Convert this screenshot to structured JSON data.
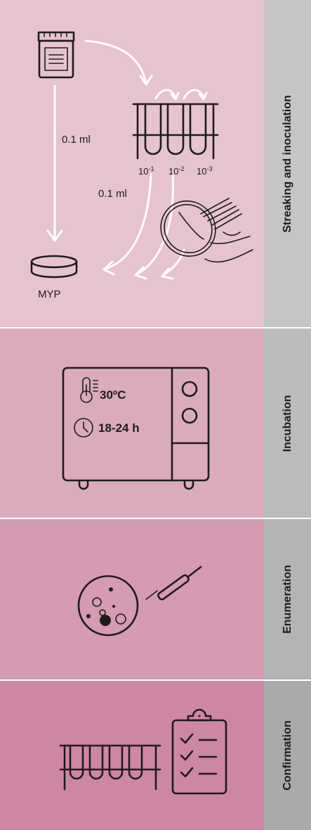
{
  "colors": {
    "panel1": "#e6c3d0",
    "panel2": "#dcaabd",
    "panel3": "#d49bb2",
    "panel4": "#cd87a5",
    "side1": "#c3c6c5",
    "side2": "#babdbc",
    "side3": "#b2b5b4",
    "side4": "#a8abaa",
    "divider": "#ffffff"
  },
  "steps": [
    {
      "label": "Streaking and inoculation",
      "volume_left": "0.1 ml",
      "volume_center": "0.1 ml",
      "dilutions": [
        "10",
        "10",
        "10"
      ],
      "dilution_exponents": [
        "-1",
        "-2",
        "-3"
      ],
      "plate_label": "MYP",
      "icons": [
        "sample-jar-icon",
        "dilution-tubes-icon",
        "petri-dish-icon",
        "streaking-hand-icon"
      ]
    },
    {
      "label": "Incubation",
      "temperature": "30ºC",
      "duration": "18-24 h",
      "icons": [
        "incubator-icon",
        "thermometer-icon",
        "clock-icon"
      ]
    },
    {
      "label": "Enumeration",
      "icons": [
        "colony-plate-icon",
        "pen-icon"
      ]
    },
    {
      "label": "Confirmation",
      "icons": [
        "test-tube-rack-icon",
        "checklist-clipboard-icon"
      ]
    }
  ]
}
